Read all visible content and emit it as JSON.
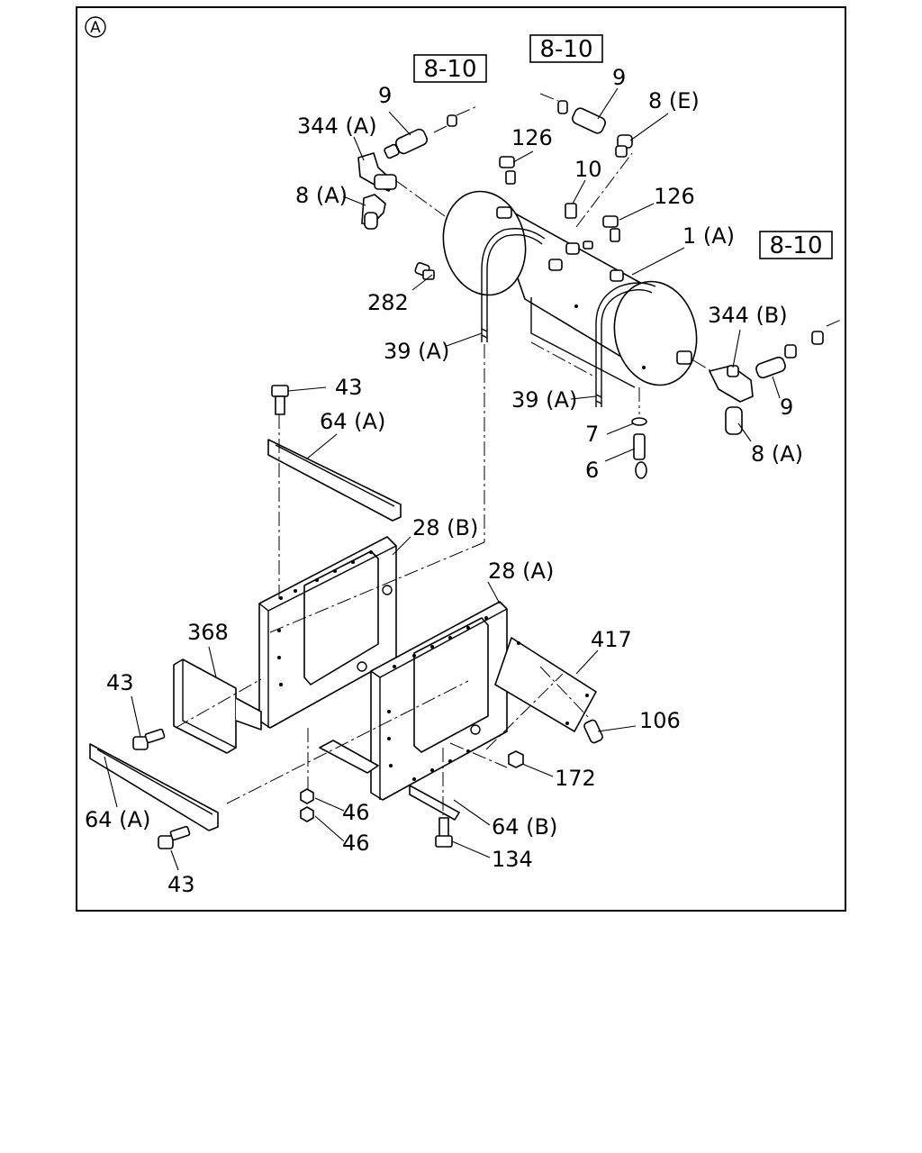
{
  "view_marker": "A",
  "ref_boxes": [
    "8-10",
    "8-10",
    "8-10"
  ],
  "callouts": [
    "9",
    "344 (A)",
    "8 (A)",
    "126",
    "9",
    "8 (E)",
    "10",
    "126",
    "1 (A)",
    "282",
    "39 (A)",
    "344 (B)",
    "9",
    "8 (A)",
    "43",
    "64 (A)",
    "39 (A)",
    "7",
    "6",
    "28 (B)",
    "28 (A)",
    "417",
    "368",
    "43",
    "106",
    "172",
    "64 (A)",
    "46",
    "46",
    "64 (B)",
    "134",
    "43"
  ]
}
